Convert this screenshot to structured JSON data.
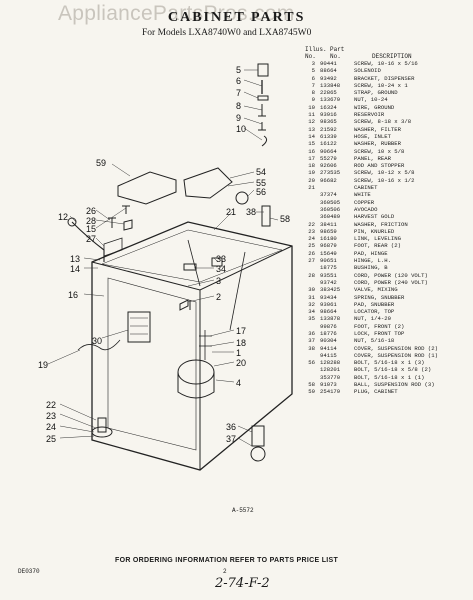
{
  "watermark": "AppliancePartsPros.com",
  "title": "CABINET PARTS",
  "subtitle": "For Models LXA8740W0 and LXA8745W0",
  "parts_header": {
    "illus": "Illus.",
    "no": "No.",
    "part": "Part",
    "part_no": "No.",
    "description": "DESCRIPTION"
  },
  "parts": [
    {
      "n": "3",
      "p": "90441",
      "d": "SCREW, 10-16 x 5/16"
    },
    {
      "n": "5",
      "p": "88664",
      "d": "SOLENOID"
    },
    {
      "n": "6",
      "p": "93492",
      "d": "BRACKET, DISPENSER"
    },
    {
      "n": "7",
      "p": "133848",
      "d": "SCREW, 10-24 x 1"
    },
    {
      "n": "8",
      "p": "22865",
      "d": "STRAP, GROUND"
    },
    {
      "n": "9",
      "p": "133679",
      "d": "NUT, 10-24"
    },
    {
      "n": "10",
      "p": "16324",
      "d": "WIRE, GROUND"
    },
    {
      "n": "11",
      "p": "93916",
      "d": "RESERVOIR"
    },
    {
      "n": "12",
      "p": "98365",
      "d": "SCREW, 8-18 x 3/8"
    },
    {
      "n": "13",
      "p": "21592",
      "d": "WASHER, FILTER"
    },
    {
      "n": "14",
      "p": "61339",
      "d": "HOSE, INLET"
    },
    {
      "n": "15",
      "p": "16122",
      "d": "WASHER, RUBBER"
    },
    {
      "n": "16",
      "p": "90664",
      "d": "SCREW, 10 x 5/8"
    },
    {
      "n": "17",
      "p": "55279",
      "d": "PANEL, REAR"
    },
    {
      "n": "18",
      "p": "92606",
      "d": "ROD AND STOPPER"
    },
    {
      "n": "19",
      "p": "273535",
      "d": "SCREW, 10-12 x 5/8"
    },
    {
      "n": "20",
      "p": "96682",
      "d": "SCREW, 10-16 x 1/2"
    },
    {
      "n": "21",
      "p": "",
      "d": "CABINET"
    },
    {
      "n": "",
      "p": "37374",
      "d": "WHITE"
    },
    {
      "n": "",
      "p": "360505",
      "d": "COPPER"
    },
    {
      "n": "",
      "p": "360506",
      "d": "AVOCADO"
    },
    {
      "n": "",
      "p": "360489",
      "d": "HARVEST GOLD"
    },
    {
      "n": "22",
      "p": "38411",
      "d": "WASHER, FRICTION"
    },
    {
      "n": "23",
      "p": "98659",
      "d": "PIN, KNURLED"
    },
    {
      "n": "24",
      "p": "16180",
      "d": "LINK, LEVELING"
    },
    {
      "n": "25",
      "p": "96879",
      "d": "FOOT, REAR (2)"
    },
    {
      "n": "26",
      "p": "15649",
      "d": "PAD, HINGE"
    },
    {
      "n": "27",
      "p": "90651",
      "d": "HINGE, L.H."
    },
    {
      "n": "",
      "p": "18775",
      "d": "BUSHING, B"
    },
    {
      "n": "28",
      "p": "93551",
      "d": "CORD, POWER (120 VOLT)"
    },
    {
      "n": "",
      "p": "93742",
      "d": "CORD, POWER (240 VOLT)"
    },
    {
      "n": "30",
      "p": "383425",
      "d": "VALVE, MIXING"
    },
    {
      "n": "31",
      "p": "93434",
      "d": "SPRING, SNUBBER"
    },
    {
      "n": "32",
      "p": "93061",
      "d": "PAD, SNUBBER"
    },
    {
      "n": "34",
      "p": "98664",
      "d": "LOCATOR, TOP"
    },
    {
      "n": "35",
      "p": "133878",
      "d": "NUT, 1/4-20"
    },
    {
      "n": "",
      "p": "99876",
      "d": "FOOT, FRONT (2)"
    },
    {
      "n": "36",
      "p": "18776",
      "d": "LOCK, FRONT TOP"
    },
    {
      "n": "37",
      "p": "90304",
      "d": "NUT, 5/16-18"
    },
    {
      "n": "38",
      "p": "94114",
      "d": "COVER, SUSPENSION ROD (2)"
    },
    {
      "n": "",
      "p": "94115",
      "d": "COVER, SUSPENSION ROD (1)"
    },
    {
      "n": "56",
      "p": "128288",
      "d": "BOLT, 5/16-18 x 1 (3)"
    },
    {
      "n": "",
      "p": "128201",
      "d": "BOLT, 5/16-18 x 5/8 (2)"
    },
    {
      "n": "",
      "p": "353770",
      "d": "BOLT, 5/16-18 x 1 (1)"
    },
    {
      "n": "58",
      "p": "91073",
      "d": "BALL, SUSPENSION ROD (3)"
    },
    {
      "n": "59",
      "p": "254179",
      "d": "PLUG, CABINET"
    }
  ],
  "callouts": [
    "5",
    "6",
    "7",
    "8",
    "9",
    "10",
    "59",
    "54",
    "55",
    "56",
    "21",
    "38",
    "58",
    "12",
    "26",
    "28",
    "15",
    "27",
    "13",
    "14",
    "16",
    "33",
    "34",
    "3",
    "2",
    "30",
    "17",
    "18",
    "1",
    "20",
    "4",
    "19",
    "22",
    "23",
    "24",
    "25",
    "36",
    "37"
  ],
  "figure_ref": "A-5572",
  "footer": "FOR ORDERING INFORMATION REFER TO PARTS PRICE LIST",
  "date_code": "DE0370",
  "page_number": "2",
  "handwritten": "2-74-F-2"
}
